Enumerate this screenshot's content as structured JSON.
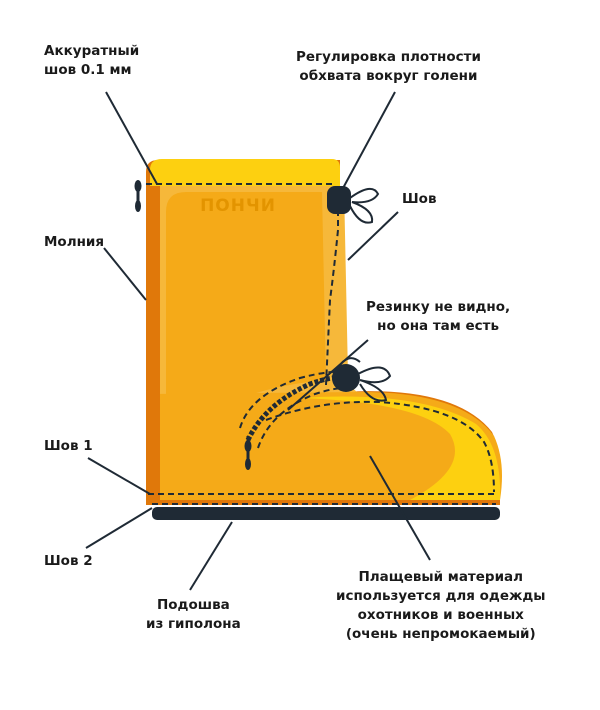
{
  "diagram": {
    "brand_logo": "ПОНЧИ",
    "labels": {
      "accurate_seam": [
        "Аккуратный",
        "шов 0.1 мм"
      ],
      "shin_adjust": [
        "Регулировка плотности",
        "обхвата вокруг голени"
      ],
      "seam": "Шов",
      "zipper": "Молния",
      "elastic": [
        "Резинку не видно,",
        "но она там есть"
      ],
      "seam1": "Шов 1",
      "seam2": "Шов 2",
      "sole": [
        "Подошва",
        "из гиполона"
      ],
      "material": [
        "Плащевый материал",
        "используется для одежды",
        "охотников и военных",
        "(очень непромокаемый)"
      ]
    },
    "colors": {
      "boot_main": "#f5aa18",
      "boot_light": "#f6b83a",
      "boot_highlight": "#fdd010",
      "boot_dark": "#e0780a",
      "sole": "#1f2a35",
      "stitch": "#1f2a35"
    }
  }
}
